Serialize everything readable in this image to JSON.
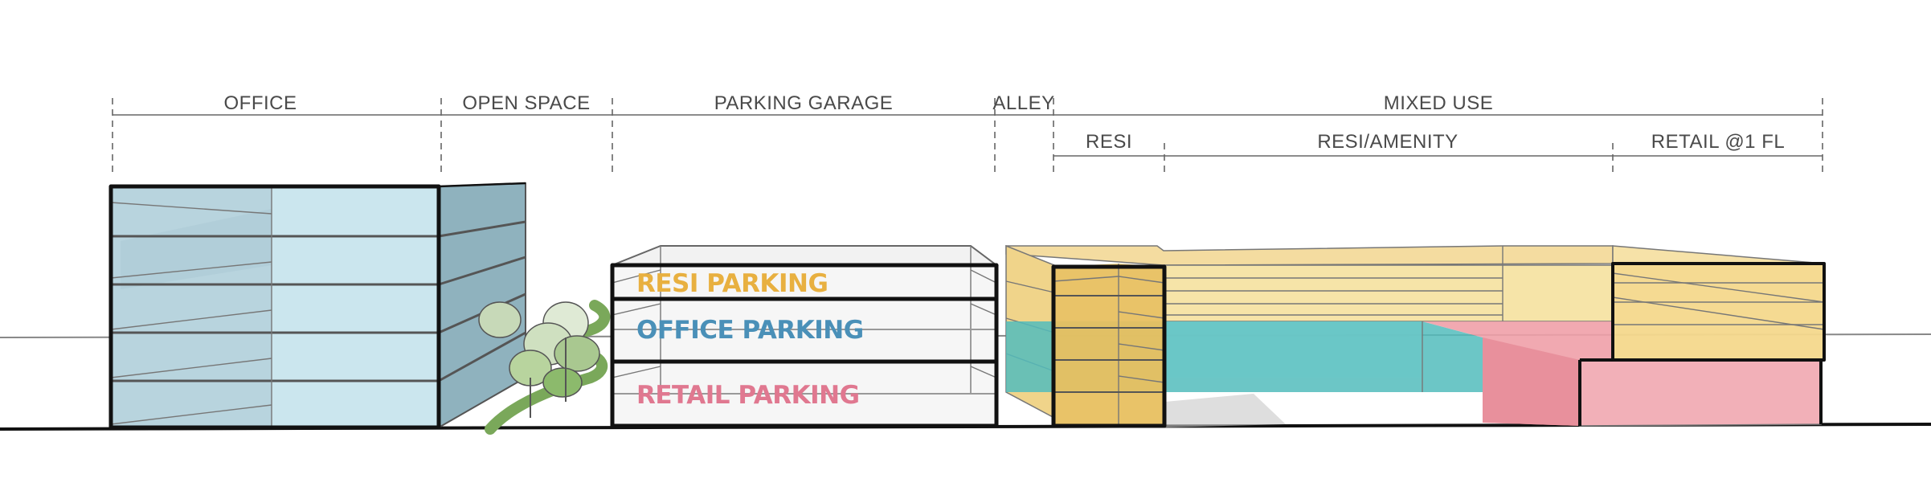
{
  "zones": {
    "office": "OFFICE",
    "open_space": "OPEN SPACE",
    "parking_garage": "PARKING GARAGE",
    "alley": "ALLEY",
    "mixed_use": "MIXED USE"
  },
  "subzones": {
    "resi": "RESI",
    "resi_amenity": "RESI/AMENITY",
    "retail_1fl": "RETAIL @1 FL"
  },
  "parking_levels": {
    "resi": "RESI PARKING",
    "office": "OFFICE PARKING",
    "retail": "RETAIL PARKING"
  },
  "colors": {
    "resi": "#e8b040",
    "office": "#4a90b8",
    "retail": "#e07890",
    "glass": "#a8ccd8",
    "teal": "#3ab0b0"
  }
}
